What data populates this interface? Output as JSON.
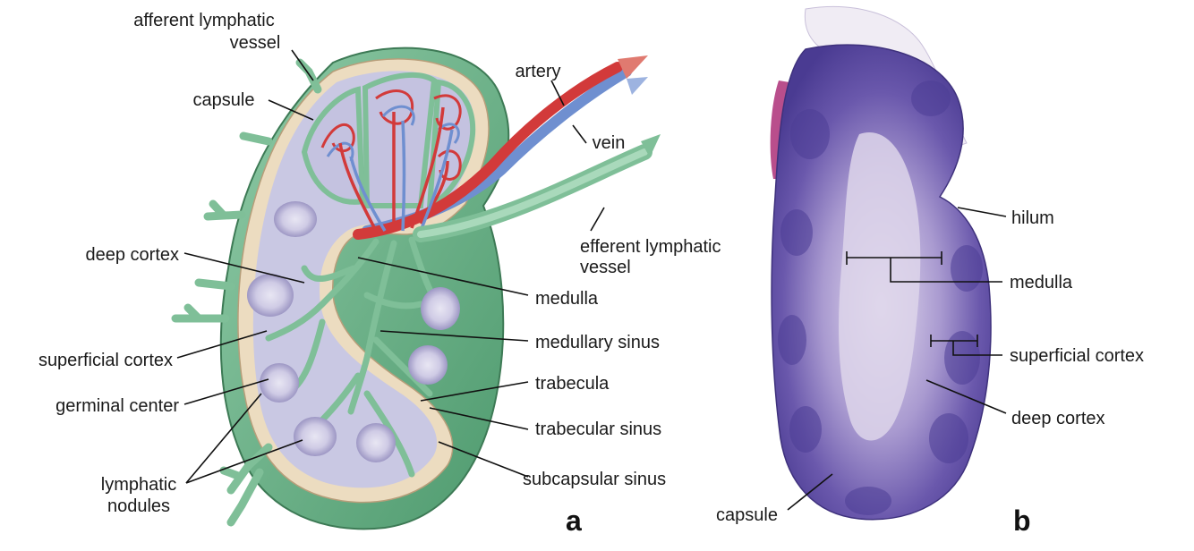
{
  "panel_a": {
    "letter": "a",
    "labels": {
      "afferent_line1": "afferent lymphatic",
      "afferent_line2": "vessel",
      "capsule": "capsule",
      "artery": "artery",
      "vein": "vein",
      "efferent_line1": "efferent lymphatic",
      "efferent_line2": "vessel",
      "deep_cortex": "deep cortex",
      "medulla": "medulla",
      "medullary_sinus": "medullary sinus",
      "superficial_cortex": "superficial cortex",
      "germinal_center": "germinal center",
      "trabecula": "trabecula",
      "trabecular_sinus": "trabecular sinus",
      "lymphatic_nodules_line1": "lymphatic",
      "lymphatic_nodules_line2": "nodules",
      "subcapsular_sinus": "subcapsular sinus"
    }
  },
  "panel_b": {
    "letter": "b",
    "labels": {
      "hilum": "hilum",
      "medulla": "medulla",
      "superficial_cortex": "superficial cortex",
      "deep_cortex": "deep cortex",
      "capsule": "capsule"
    }
  },
  "colors": {
    "capsule_green": "#7fbf98",
    "capsule_dark": "#3d8a5e",
    "cortex_lavender": "#c9c8e3",
    "artery_red": "#d23a3a",
    "vein_blue": "#6f8fd0",
    "stain_purple": "#5b4aa0",
    "stain_pale": "#c8bde0"
  }
}
